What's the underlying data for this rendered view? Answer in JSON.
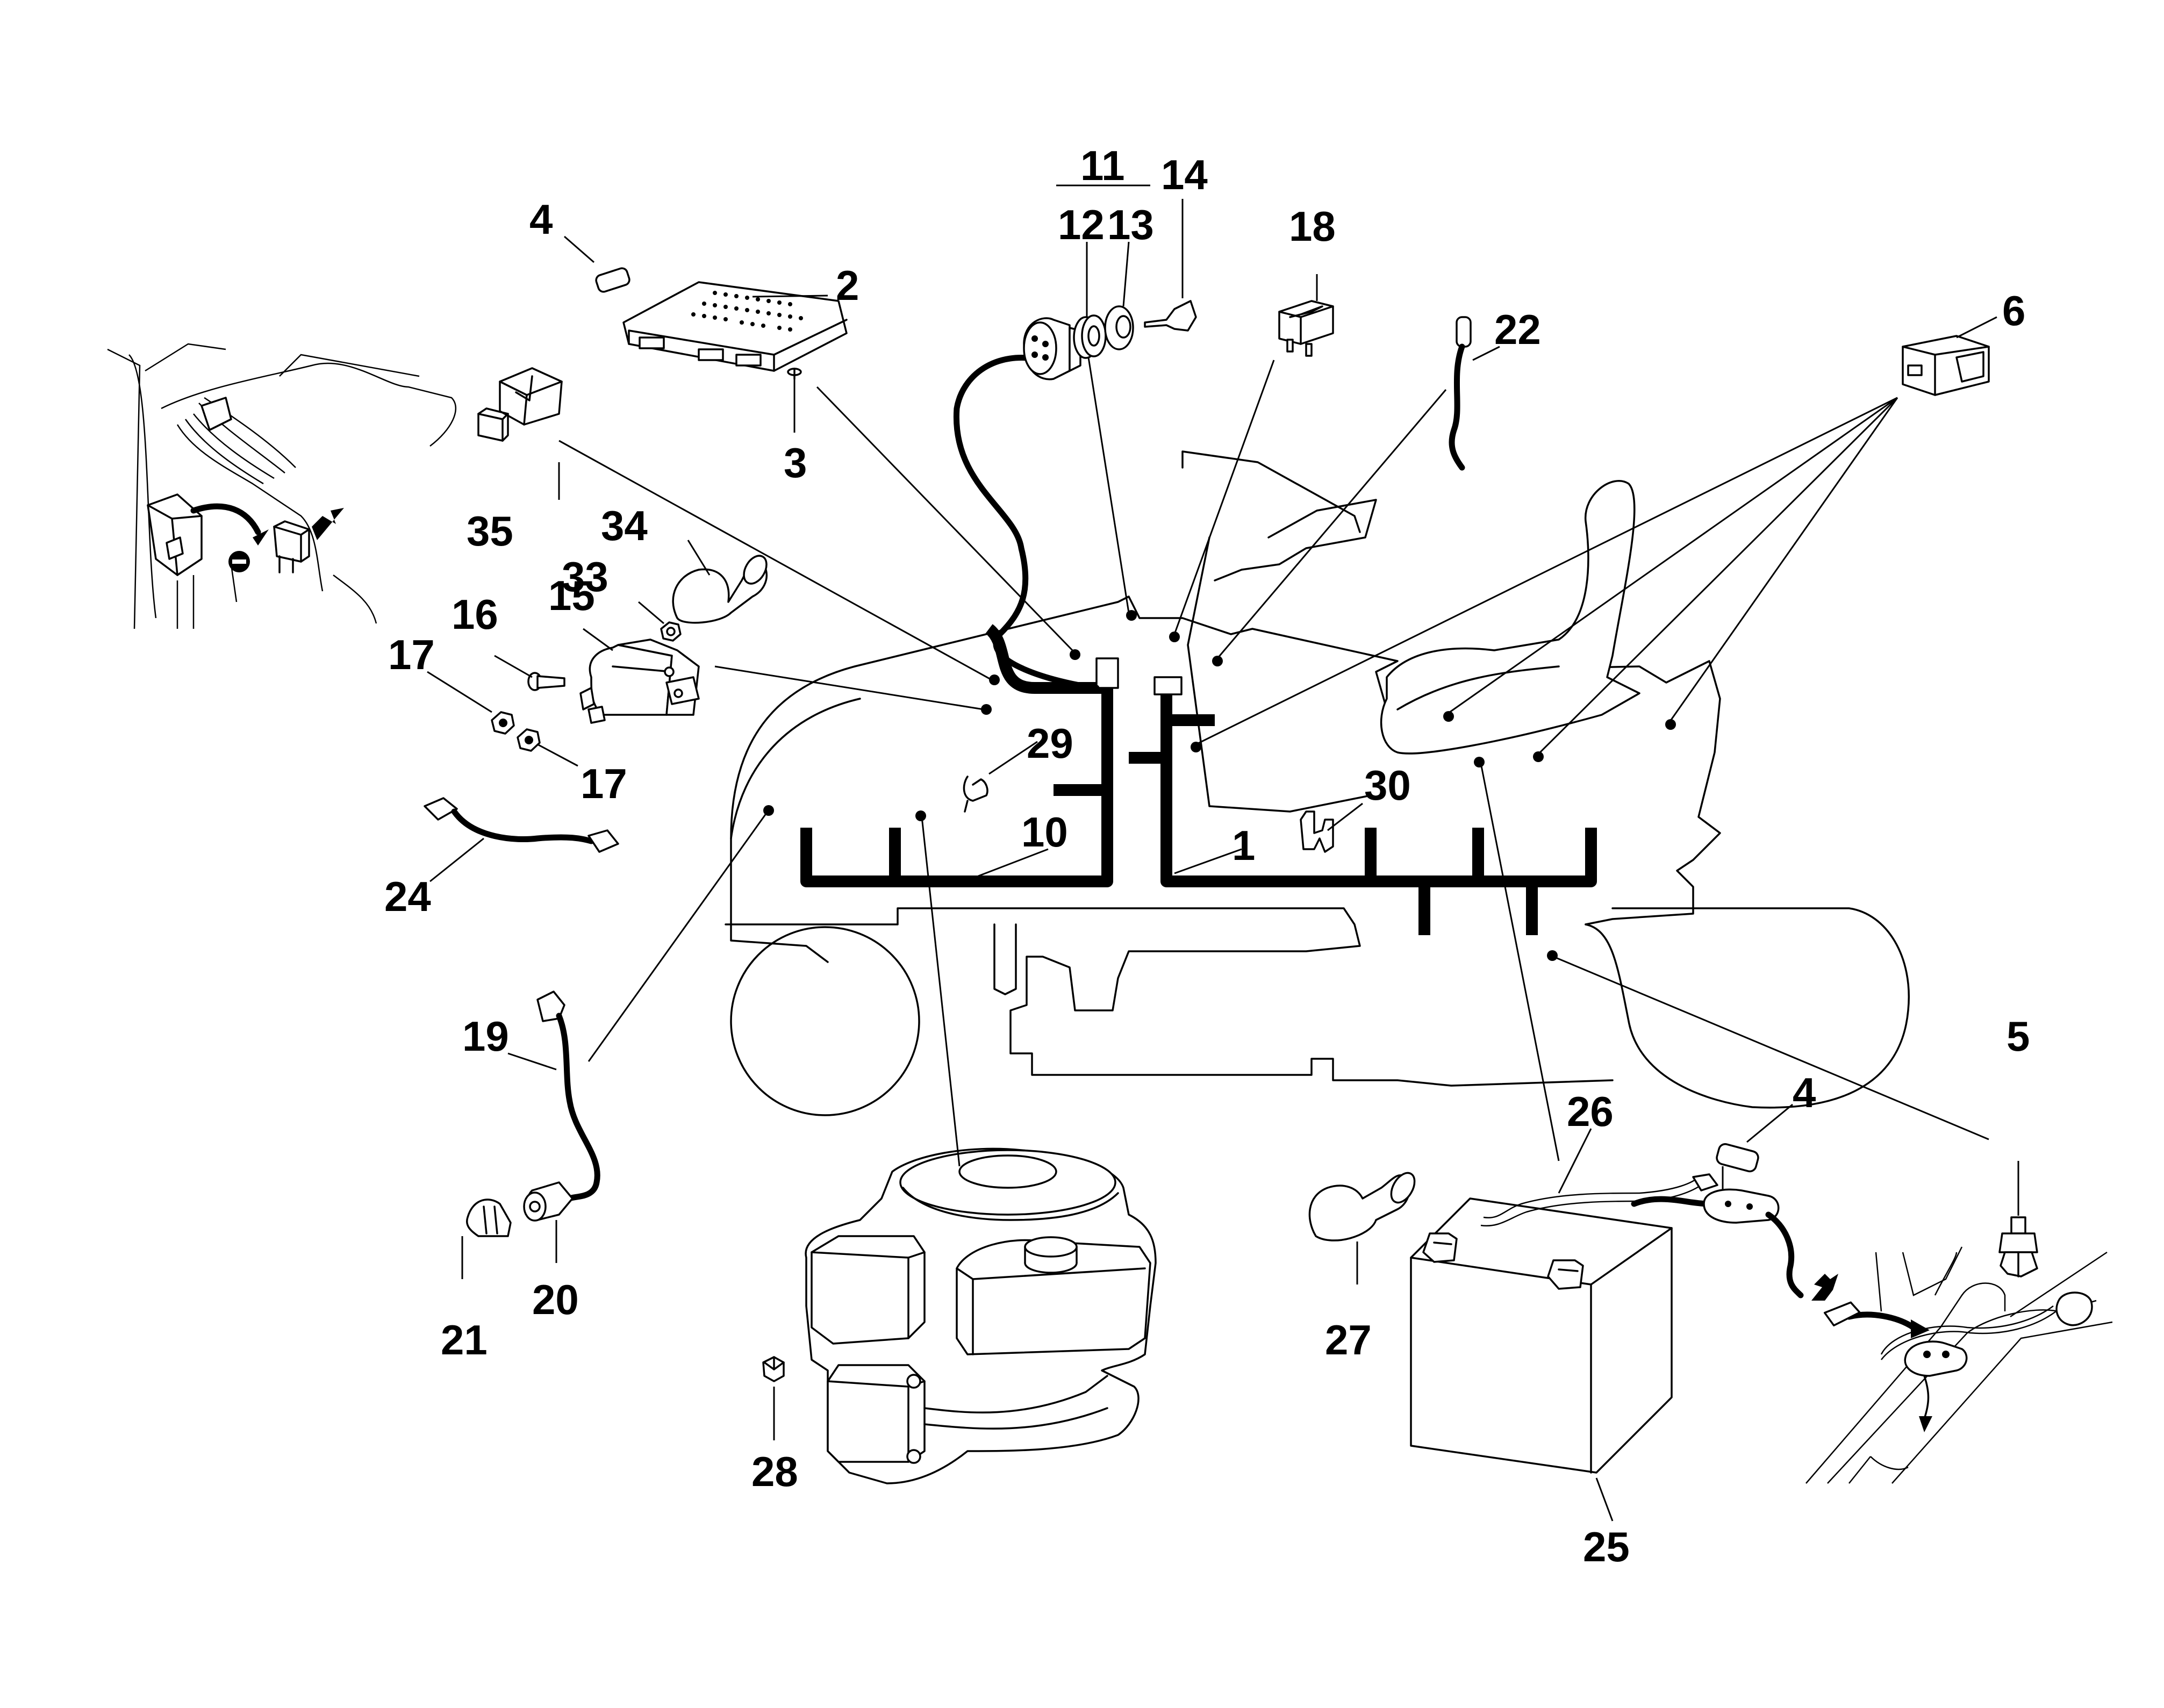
{
  "part_labels": {
    "p1": "1",
    "p2": "2",
    "p3": "3",
    "p4a": "4",
    "p4b": "4",
    "p5": "5",
    "p6": "6",
    "p10": "10",
    "p11": "11",
    "p12": "12",
    "p13": "13",
    "p14": "14",
    "p15": "15",
    "p16": "16",
    "p17a": "17",
    "p17b": "17",
    "p18": "18",
    "p19": "19",
    "p20": "20",
    "p21": "21",
    "p22": "22",
    "p24": "24",
    "p25": "25",
    "p26": "26",
    "p27": "27",
    "p28": "28",
    "p29": "29",
    "p30": "30",
    "p33": "33",
    "p34": "34",
    "p35": "35"
  }
}
